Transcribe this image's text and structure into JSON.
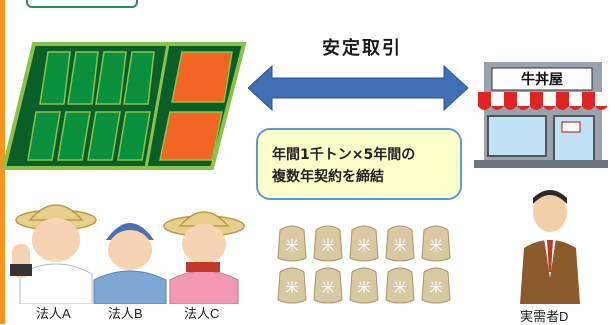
{
  "title": "安定取引",
  "shop": {
    "sign": "牛丼屋"
  },
  "contract": {
    "line1": "年間1千トン×5年間の",
    "line2": "複数年契約を締結"
  },
  "farmers": {
    "labels": [
      "法人A",
      "法人B",
      "法人C"
    ]
  },
  "buyer": {
    "label": "実需者D"
  },
  "sacks": {
    "mark": "米",
    "rows": 2,
    "per_row": 5
  },
  "colors": {
    "field_green": "#0a8f3c",
    "field_border": "#8bc34a",
    "field_orange": "#f26522",
    "arrow": "#3f6fb5",
    "contract_bg": "#ffffcc",
    "contract_border": "#5b9bd5",
    "left_accent": "#f7941d",
    "sack": "#d9c9a3"
  }
}
